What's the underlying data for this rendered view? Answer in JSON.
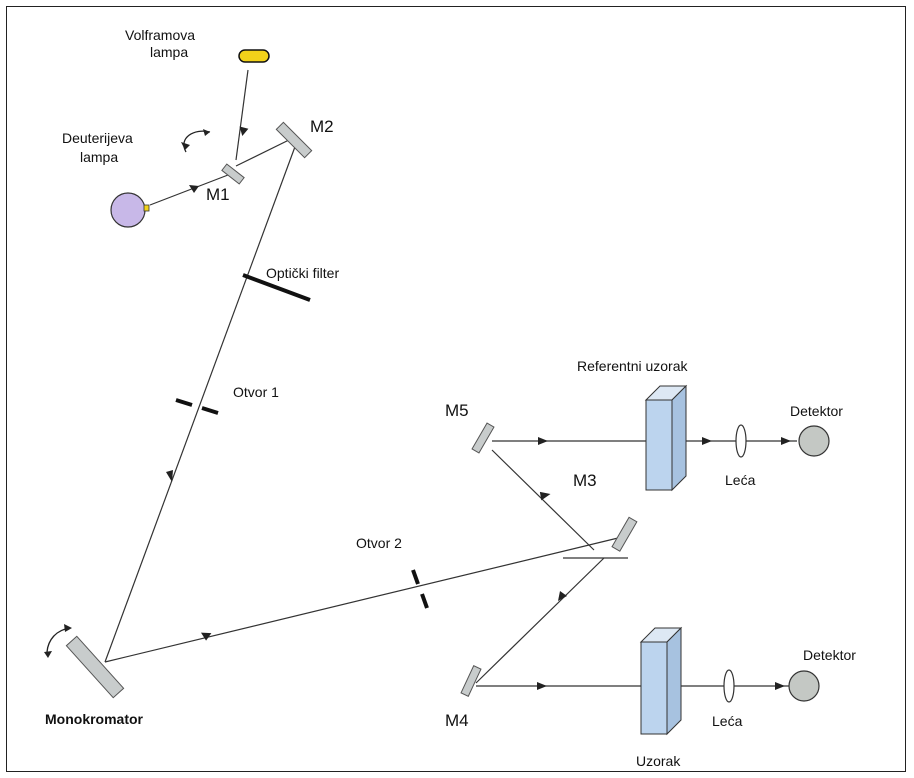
{
  "labels": {
    "tungsten_lamp": [
      "Volframova",
      "lampa"
    ],
    "deuterium_lamp": [
      "Deuterijeva",
      "lampa"
    ],
    "m1": "M1",
    "m2": "M2",
    "m3": "M3",
    "m4": "M4",
    "m5": "M5",
    "optical_filter": "Optički filter",
    "slit1": "Otvor 1",
    "slit2": "Otvor 2",
    "monochromator": "Monokromator",
    "reference_sample": "Referentni uzorak",
    "sample": "Uzorak",
    "detector_top": "Detektor",
    "detector_bottom": "Detektor",
    "lens_top": "Leća",
    "lens_bottom": "Leća"
  },
  "colors": {
    "tungsten_lamp": "#f2d21a",
    "deuterium_lamp": "#c8b8e8",
    "mirror": "#c8cccc",
    "cuvette": "#bcd4ee",
    "detector": "#c4c8c4"
  }
}
